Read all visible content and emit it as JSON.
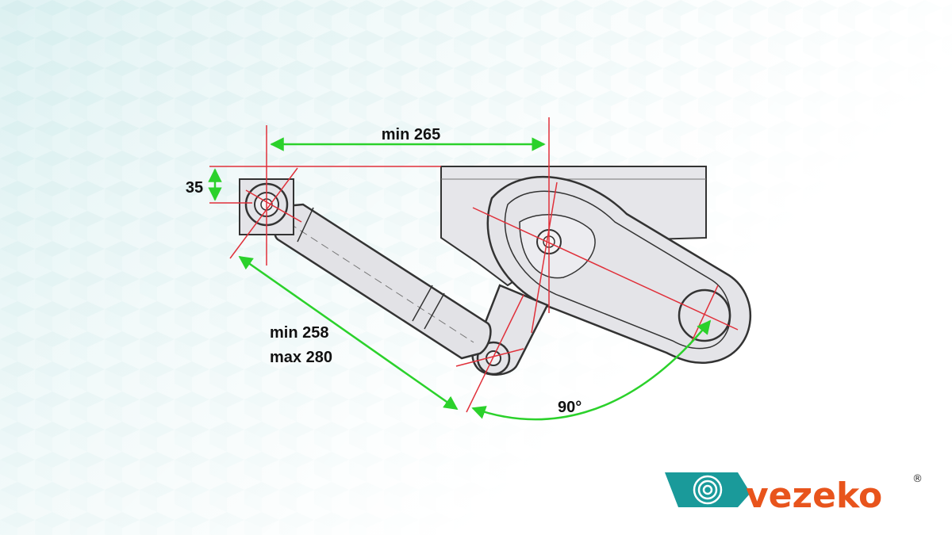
{
  "diagram": {
    "dimensions": {
      "horizontal": "min 265",
      "vertical": "35",
      "length_min": "min 258",
      "length_max": "max 280",
      "angle": "90°"
    },
    "colors": {
      "dimension_line": "#2bd12b",
      "center_line": "#e0303a",
      "part_outline": "#333333",
      "part_fill": "#e4e4e8",
      "logo_teal": "#1a9a9a",
      "logo_orange": "#e8541c"
    }
  },
  "logo": {
    "brand": "vezeko",
    "registered": "®"
  }
}
